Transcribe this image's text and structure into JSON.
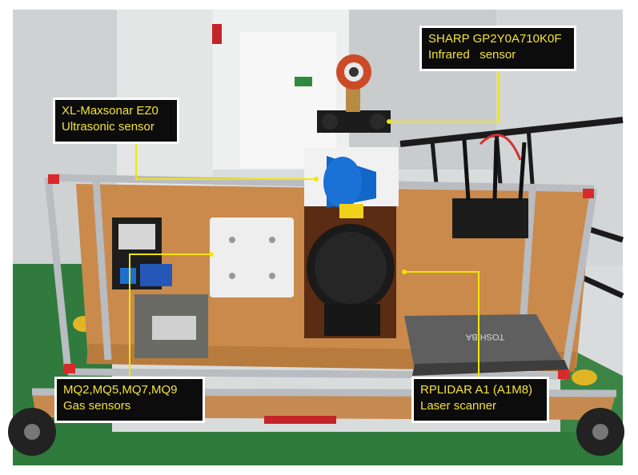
{
  "figure": {
    "description_free": true,
    "callouts": [
      {
        "line1": "SHARP GP2Y0A710K0F",
        "line2": "Infrared   sensor"
      },
      {
        "line1": "XL-Maxsonar EZ0",
        "line2": "Ultrasonic sensor"
      },
      {
        "line1": "MQ2,MQ5,MQ7,MQ9",
        "line2": "Gas sensors"
      },
      {
        "line1": "RPLIDAR A1 (A1M8)",
        "line2": "Laser scanner"
      }
    ],
    "laptop_brand": "TOSHIBA",
    "colors": {
      "callout_text": "#f5e23a",
      "callout_border": "#ffffff",
      "callout_bg": "#0c0c0c",
      "leader_line": "#f2e600",
      "wood_panel": "#c98a4c",
      "aluminium_frame": "#b9bcc0",
      "floor": "#2f7a3c"
    }
  }
}
